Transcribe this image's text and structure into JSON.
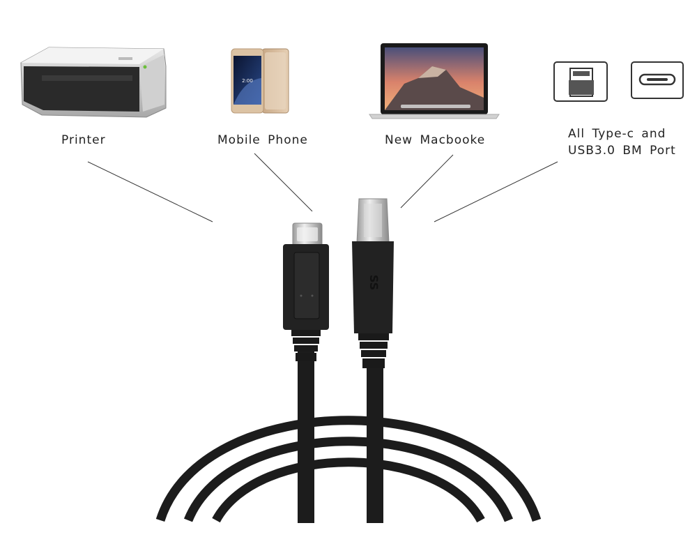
{
  "labels": {
    "printer": "Printer",
    "phone": "Mobile Phone",
    "macbook": "New Macbooke",
    "ports_line1": "All Type-c and",
    "ports_line2": "USB3.0 BM Port"
  },
  "phone_screen": {
    "time": "2:00"
  },
  "connectors": {
    "usb_b_logo": "SS"
  },
  "icons": [
    "printer-icon",
    "mobile-phone-icon",
    "macbook-icon",
    "usb-b-port-icon",
    "usb-c-port-icon",
    "usb-c-connector-icon",
    "usb-b-connector-icon"
  ],
  "colors": {
    "cable": "#1c1c1c",
    "metal": "#c9c9c9",
    "label_text": "#222222",
    "pointer_line": "#333333"
  }
}
